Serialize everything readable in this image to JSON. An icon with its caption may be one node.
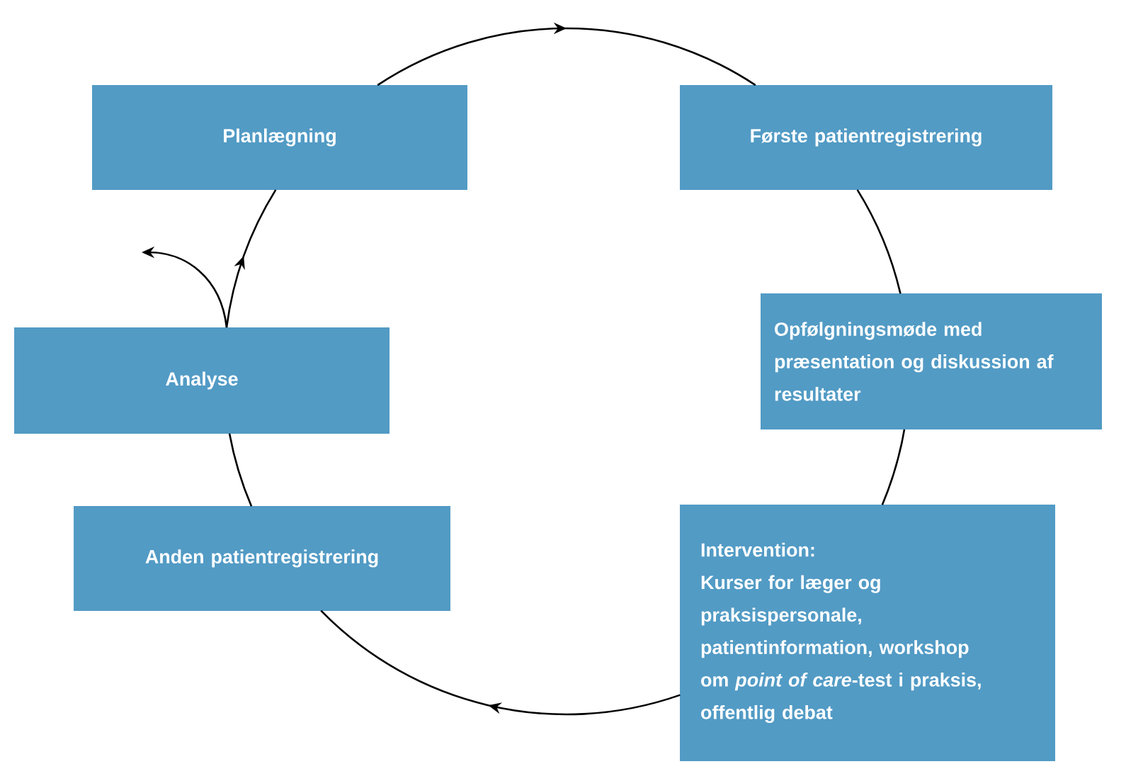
{
  "diagram": {
    "nodes": [
      {
        "text": [
          "Planlægning"
        ]
      },
      {
        "text": [
          "Første patientregistrering"
        ]
      },
      {
        "text": [
          "Opfølgningsmøde med præsentation og diskussion af resultater"
        ]
      },
      {
        "text": [
          "Analyse"
        ]
      },
      {
        "text": [
          "Anden patientregistrering"
        ]
      },
      {
        "text": [
          "Intervention:",
          "Kurser for læger og praksispersonale, patientinformation, workshop om *point of care*-test i praksis, offentlig debat"
        ]
      }
    ],
    "edges": [
      {
        "from": 0,
        "to": 1,
        "arrow": "to"
      },
      {
        "from": 1,
        "to": 2,
        "arrow": "none"
      },
      {
        "from": 2,
        "to": 5,
        "arrow": "none"
      },
      {
        "from": 5,
        "to": 4,
        "arrow": "to"
      },
      {
        "from": 4,
        "to": 3,
        "arrow": "none"
      },
      {
        "from": 3,
        "to": 0,
        "arrow": "to"
      },
      {
        "from": 3,
        "to": null,
        "arrow": "to"
      }
    ]
  }
}
